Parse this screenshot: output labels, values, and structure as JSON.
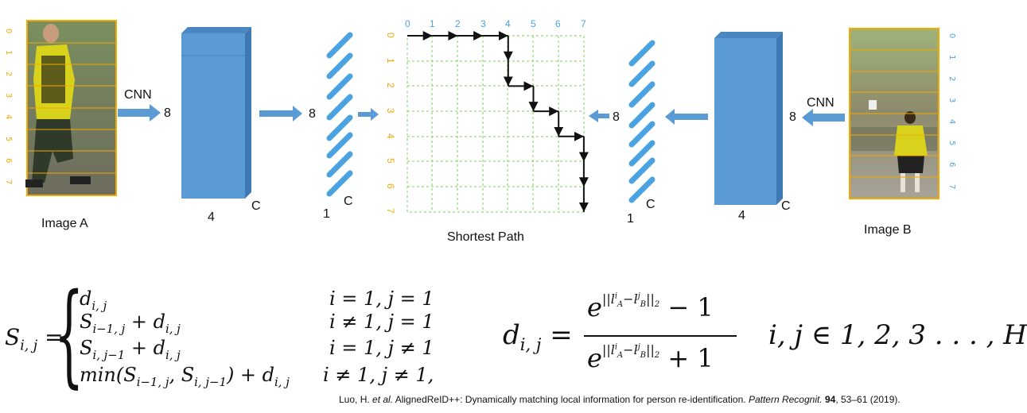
{
  "diagram": {
    "left": {
      "image_caption": "Image A",
      "cnn_label": "CNN",
      "feature_height": "8",
      "block_width": "4",
      "block_channels": "C",
      "pooled_height": "8",
      "pooled_width": "1",
      "pooled_channels": "C",
      "stripe_labels": [
        "0",
        "1",
        "2",
        "3",
        "4",
        "5",
        "6",
        "7"
      ]
    },
    "right": {
      "image_caption": "Image B",
      "cnn_label": "CNN",
      "feature_height": "8",
      "block_width": "4",
      "block_channels": "C",
      "pooled_height": "8",
      "pooled_width": "1",
      "pooled_channels": "C",
      "stripe_labels": [
        "0",
        "1",
        "2",
        "3",
        "4",
        "5",
        "6",
        "7"
      ]
    },
    "grid": {
      "caption": "Shortest Path",
      "column_labels": [
        "0",
        "1",
        "2",
        "3",
        "4",
        "5",
        "6",
        "7"
      ],
      "row_labels": [
        "0",
        "1",
        "2",
        "3",
        "4",
        "5",
        "6",
        "7"
      ],
      "path": [
        [
          0,
          0
        ],
        [
          1,
          0
        ],
        [
          2,
          0
        ],
        [
          3,
          0
        ],
        [
          4,
          0
        ],
        [
          4,
          1
        ],
        [
          4,
          2
        ],
        [
          5,
          2
        ],
        [
          5,
          3
        ],
        [
          6,
          3
        ],
        [
          6,
          4
        ],
        [
          7,
          4
        ],
        [
          7,
          5
        ],
        [
          7,
          6
        ],
        [
          7,
          7
        ]
      ]
    },
    "colors": {
      "block": "#5b9bd5",
      "arrow": "#5b9bd5",
      "grid_line": "#7ccf5c",
      "stripe_orange": "#f2a900",
      "stripe_blue": "#4aa3e0"
    }
  },
  "formulas": {
    "s_lhs": "S",
    "s_lhs_sub": "i, j",
    "cases": [
      {
        "expr": "d",
        "expr_sub": "i, j",
        "cond": "i = 1, j = 1"
      },
      {
        "expr": "S",
        "expr_sub": "i−1, j",
        "tail": " + d",
        "tail_sub": "i, j",
        "cond": "i ≠ 1, j = 1"
      },
      {
        "expr": "S",
        "expr_sub": "i, j−1",
        "tail": " + d",
        "tail_sub": "i, j",
        "cond": "i = 1, j ≠ 1"
      },
      {
        "expr": "min(S",
        "expr_sub": "i−1, j",
        "mid": ", S",
        "mid_sub": "i, j−1",
        "tail": ") + d",
        "tail_sub": "i, j",
        "cond": "i ≠ 1, j ≠ 1,"
      }
    ],
    "d_lhs": "d",
    "d_lhs_sub": "i, j",
    "numerator_tail": " − 1",
    "denominator_tail": " + 1",
    "range": "i, j ∈ 1, 2, 3 . . . , H"
  },
  "citation": {
    "authors": "Luo, H. ",
    "etal": "et al.",
    "title": " AlignedReID++: Dynamically matching local information for person re-identification. ",
    "journal": "Pattern Recognit.",
    "volume": " 94",
    "pages": ", 53–61 (2019)."
  }
}
